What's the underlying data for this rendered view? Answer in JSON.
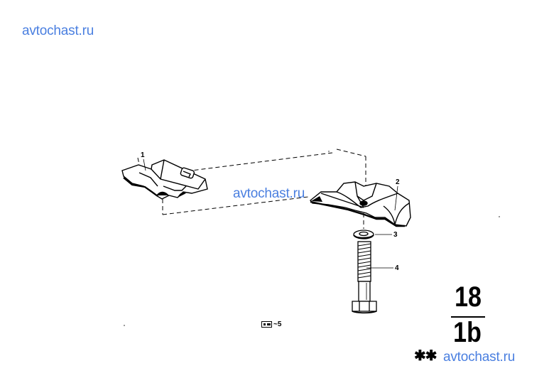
{
  "watermarks": {
    "top": "avtochast.ru",
    "middle": "avtochast.ru",
    "bottom": "avtochast.ru",
    "color": "#4a7fe0"
  },
  "callouts": {
    "part1": "1",
    "part2": "2",
    "part3": "3",
    "part4": "4"
  },
  "reference": {
    "icon": "reference-box-icon",
    "text": "~5"
  },
  "group": {
    "major": "18",
    "minor": "1b",
    "stars": "✱✱"
  }
}
